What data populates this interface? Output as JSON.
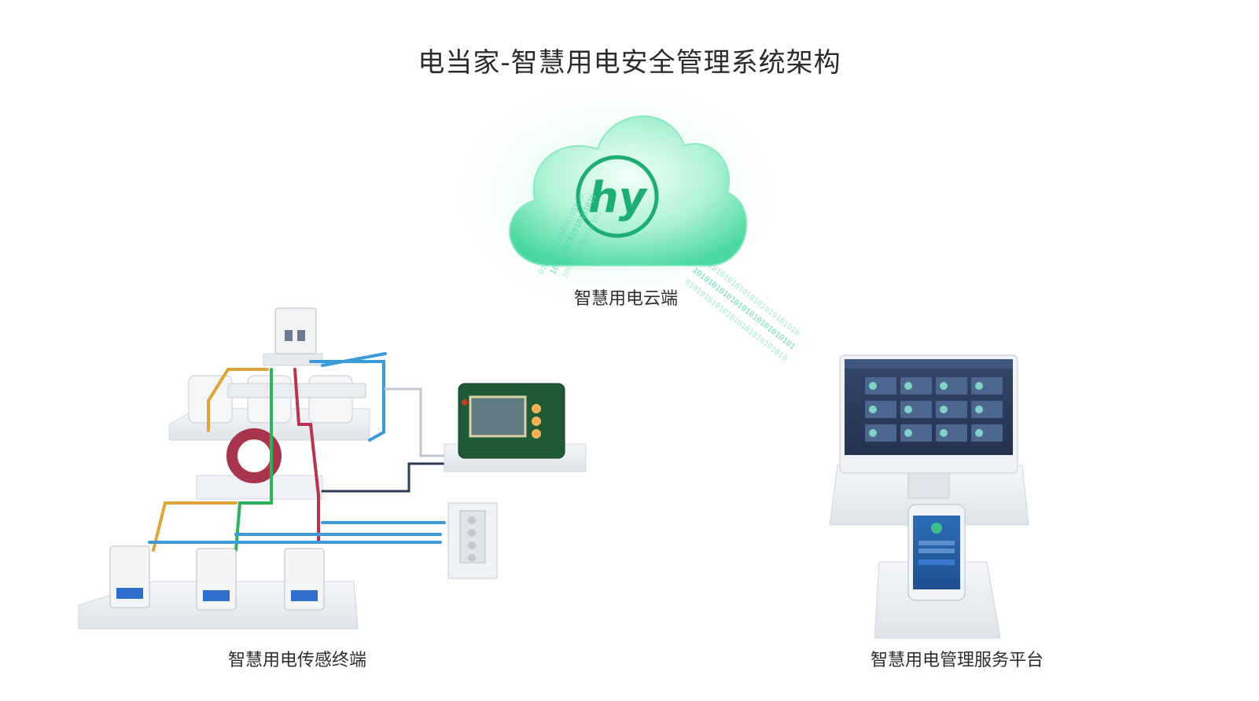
{
  "title": "电当家-智慧用电安全管理系统架构",
  "labels": {
    "cloud": "智慧用电云端",
    "sensor": "智慧用电传感终端",
    "platform": "智慧用电管理服务平台"
  },
  "logo_text": "hy",
  "colors": {
    "cloud": "#5de3b0",
    "cloud_light": "#d8fbec",
    "logo": "#1fae72",
    "wire_blue": "#3a9bd8",
    "wire_red": "#b8344e",
    "wire_orange": "#e0a33a",
    "wire_green": "#2fb35a",
    "device": "#1f5a36",
    "monitor": "#2a3a55"
  }
}
